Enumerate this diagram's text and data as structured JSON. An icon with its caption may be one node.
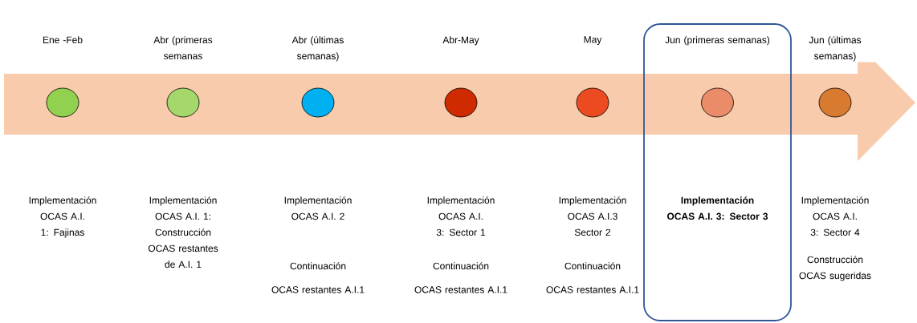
{
  "diagram": {
    "nodes": [
      {
        "text": [],
        "shape": "circle"
      },
      {
        "text": [],
        "shape": "circle"
      },
      {
        "text": [],
        "shape": "circle"
      },
      {
        "text": [],
        "shape": "circle"
      },
      {
        "text": [],
        "shape": "circle"
      },
      {
        "text": [
          "Jun (primeras semanas)",
          "Implementación OCAS A.I. 3: Sector 3"
        ]
      },
      {
        "text": [],
        "shape": "circle",
        "in": 5
      },
      {
        "text": [],
        "shape": "circle"
      }
    ],
    "labels": [
      "Ene -Feb",
      "Abr (primeras semanas",
      "Abr (últimas semanas)",
      "Abr-May",
      "May",
      "Jun (últimas semanas)",
      "Implementación OCAS A.I. 1: Fajinas",
      "Implementación OCAS A.I. 1: Construcción OCAS restantes de A.I. 1",
      "Implementación OCAS A.I. 2",
      "Implementación OCAS A.I. 3: Sector 1",
      "Implementación OCAS A.I.3 Sector 2",
      "Implementación OCAS A.I. 3: Sector 4",
      "Continuación",
      "Continuación",
      "Continuación",
      "Construcción OCAS sugeridas",
      "OCAS restantes A.I.1",
      "OCAS restantes A.I.1",
      "OCAS restantes A.I.1"
    ]
  }
}
